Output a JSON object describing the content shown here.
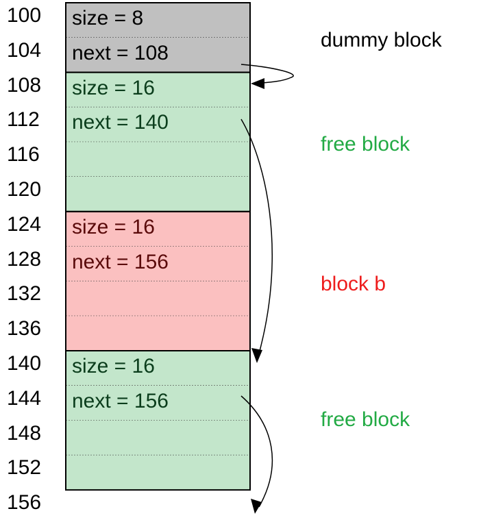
{
  "addresses": [
    "100",
    "104",
    "108",
    "112",
    "116",
    "120",
    "124",
    "128",
    "132",
    "136",
    "140",
    "144",
    "148",
    "152",
    "156"
  ],
  "cells": [
    {
      "text": "size = 8",
      "block": "dummy"
    },
    {
      "text": "next = 108",
      "block": "dummy"
    },
    {
      "text": "size = 16",
      "block": "free1"
    },
    {
      "text": "next = 140",
      "block": "free1"
    },
    {
      "text": "",
      "block": "free1"
    },
    {
      "text": "",
      "block": "free1"
    },
    {
      "text": "size = 16",
      "block": "b"
    },
    {
      "text": "next = 156",
      "block": "b"
    },
    {
      "text": "",
      "block": "b"
    },
    {
      "text": "",
      "block": "b"
    },
    {
      "text": "size = 16",
      "block": "free2"
    },
    {
      "text": "next = 156",
      "block": "free2"
    },
    {
      "text": "",
      "block": "free2"
    },
    {
      "text": "",
      "block": "free2"
    }
  ],
  "blocks": {
    "dummy": {
      "label": "dummy block",
      "fill": "#c0c0c0",
      "text_color": "#000000",
      "label_color": "#000000"
    },
    "free1": {
      "label": "free block",
      "fill": "#c3e6cb",
      "text_color": "#0b3d1c",
      "label_color": "#22aa44"
    },
    "b": {
      "label": "block b",
      "fill": "#fbc0c0",
      "text_color": "#5a0a0a",
      "label_color": "#ee1c1c"
    },
    "free2": {
      "label": "free block",
      "fill": "#c3e6cb",
      "text_color": "#0b3d1c",
      "label_color": "#22aa44"
    }
  }
}
